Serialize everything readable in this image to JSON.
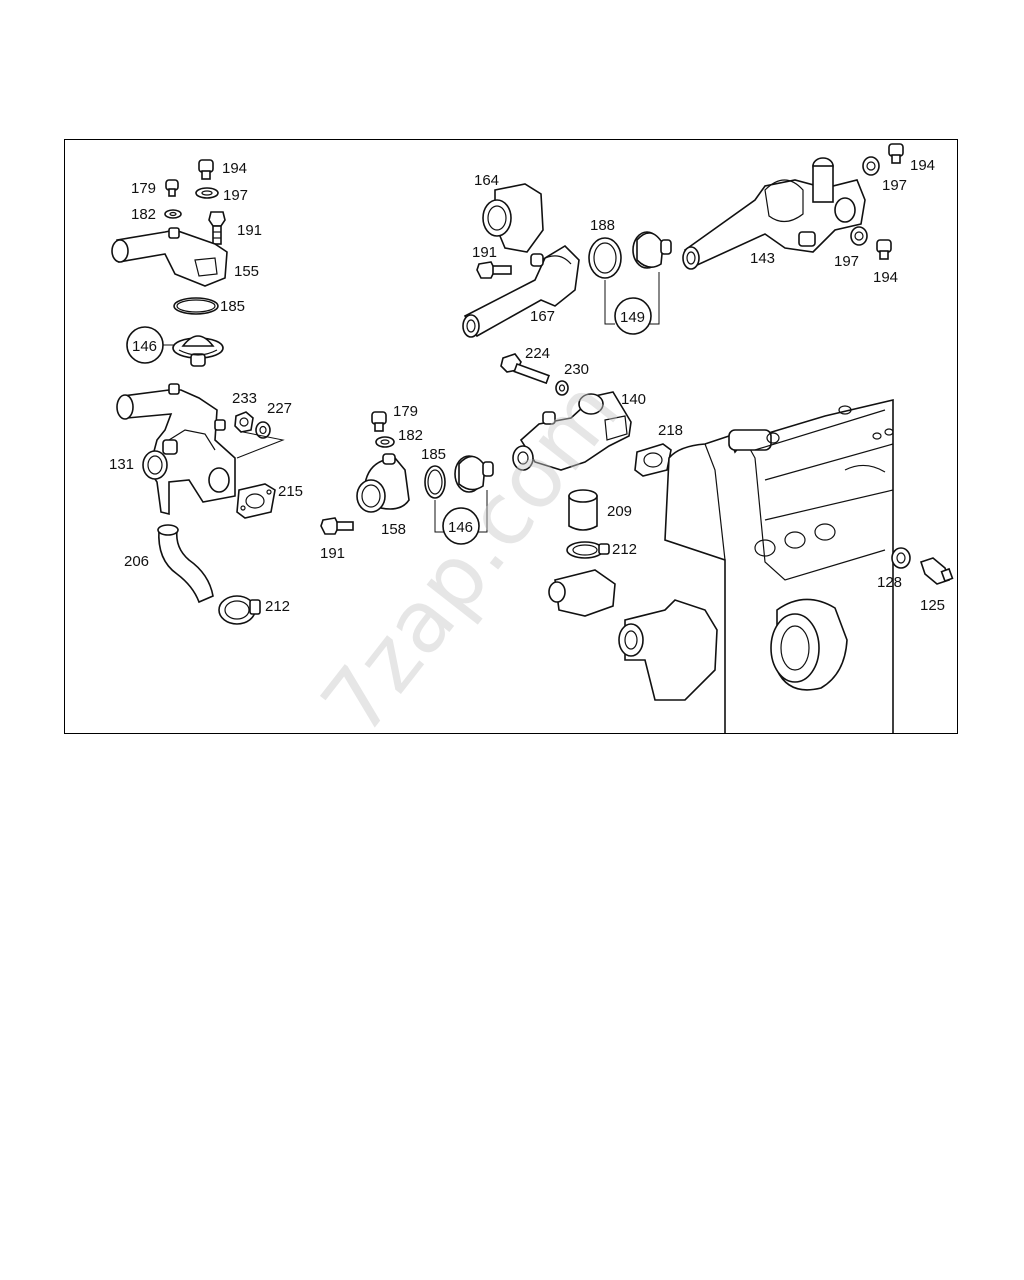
{
  "watermark": "7zap.com",
  "callouts": {
    "p194a": "194",
    "p179a": "179",
    "p197a": "197",
    "p182a": "182",
    "p191a": "191",
    "p155": "155",
    "p185a": "185",
    "p146a": "146",
    "p233": "233",
    "p227": "227",
    "p131": "131",
    "p215": "215",
    "p206": "206",
    "p212a": "212",
    "p164": "164",
    "p191b": "191",
    "p167": "167",
    "p188": "188",
    "p149": "149",
    "p143": "143",
    "p194b": "194",
    "p197b": "197",
    "p197c": "197",
    "p194c": "194",
    "p224": "224",
    "p230": "230",
    "p140": "140",
    "p218": "218",
    "p209": "209",
    "p212b": "212",
    "p179b": "179",
    "p182b": "182",
    "p185b": "185",
    "p146b": "146",
    "p158": "158",
    "p191c": "191",
    "p128": "128",
    "p125": "125"
  }
}
